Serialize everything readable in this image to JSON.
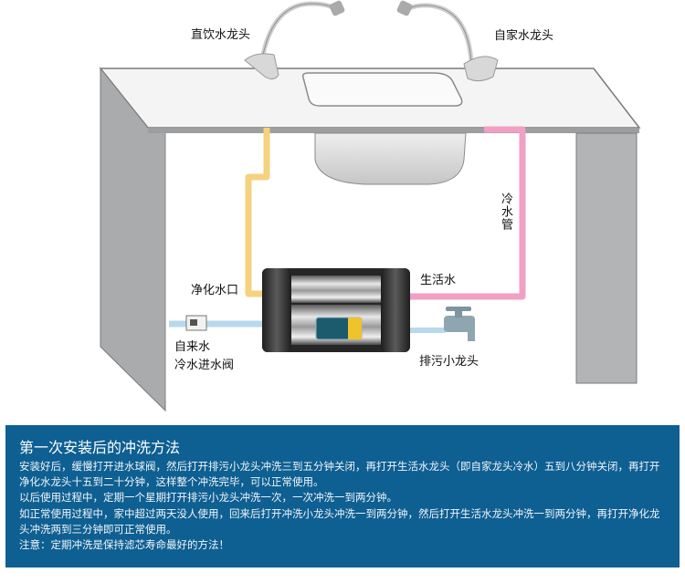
{
  "labels": {
    "direct_tap": "直饮水龙头",
    "home_tap": "自家水龙头",
    "cold_pipe": "冷水管",
    "purified_outlet": "净化水口",
    "domestic_water": "生活水",
    "tap_water": "自来水",
    "cold_inlet_valve": "冷水进水阀",
    "drain_tap": "排污小龙头"
  },
  "colors": {
    "purified_pipe": "#f6d27f",
    "domestic_pipe": "#f29fc4",
    "inlet_pipe": "#b9d8ec",
    "cabinet": "#a9abad",
    "panel_bg": "#0e5f92"
  },
  "panel": {
    "title": "第一次安装后的冲洗方法",
    "paragraphs": [
      "安装好后，缓慢打开进水球阀，然后打开排污小龙头冲洗三到五分钟关闭，再打开生活水龙头（即自家龙头冷水）五到八分钟关闭，再打开净化水龙头十五到二十分钟，这样整个冲洗完毕，可以正常使用。",
      "以后使用过程中，定期一个星期打开排污小龙头冲洗一次，一次冲洗一到两分钟。",
      "如正常使用过程中，家中超过两天没人使用，回来后打开冲洗小龙头冲洗一到两分钟，然后打开生活水龙头冲洗一到两分钟，再打开净化龙头冲洗两到三分钟即可正常使用。",
      "注意：定期冲洗是保持滤芯寿命最好的方法！"
    ]
  }
}
